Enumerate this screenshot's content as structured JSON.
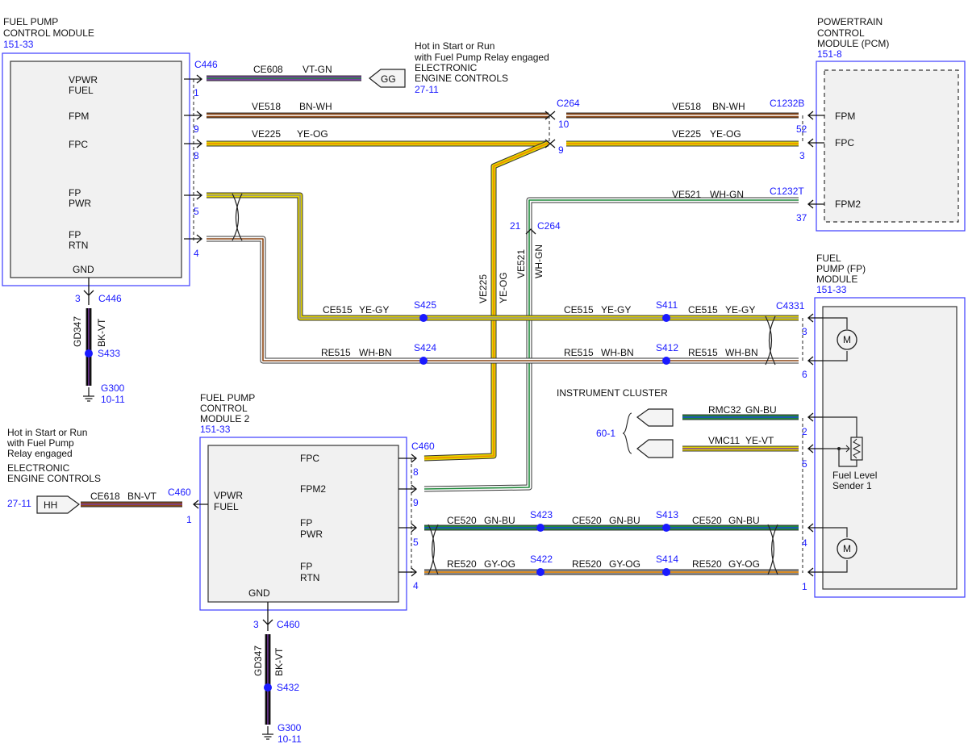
{
  "colors": {
    "VT": "#7a3fa0",
    "GN": "#1f8a3b",
    "BN": "#8b4513",
    "WH": "#ffffff",
    "YE": "#e3d400",
    "OG": "#f08a00",
    "GY": "#8f8f8f",
    "BU": "#1e46d8",
    "BK": "#000000",
    "label": "#1a1aff",
    "splice": "#1a1aff"
  },
  "modules": {
    "fpcm": {
      "title_1": "FUEL PUMP",
      "title_2": "CONTROL MODULE",
      "ref": "151-33",
      "pins": {
        "vpwr_1": "VPWR",
        "vpwr_2": "FUEL",
        "fpm": "FPM",
        "fpc": "FPC",
        "fppwr_1": "FP",
        "fppwr_2": "PWR",
        "fprtn_1": "FP",
        "fprtn_2": "RTN",
        "gnd": "GND"
      }
    },
    "pcm": {
      "title_1": "POWERTRAIN",
      "title_2": "CONTROL",
      "title_3": "MODULE (PCM)",
      "ref": "151-8",
      "pins": {
        "fpm": "FPM",
        "fpc": "FPC",
        "fpm2": "FPM2"
      }
    },
    "fpm": {
      "title_1": "FUEL",
      "title_2": "PUMP (FP)",
      "title_3": "MODULE",
      "ref": "151-33",
      "sender_1": "Fuel Level",
      "sender_2": "Sender 1",
      "motor": "M"
    },
    "fpcm2": {
      "title_1": "FUEL PUMP",
      "title_2": "CONTROL",
      "title_3": "MODULE 2",
      "ref": "151-33",
      "pins": {
        "vpwr_1": "VPWR",
        "vpwr_2": "FUEL",
        "fpc": "FPC",
        "fpm2": "FPM2",
        "fppwr_1": "FP",
        "fppwr_2": "PWR",
        "fprtn_1": "FP",
        "fprtn_2": "RTN",
        "gnd": "GND"
      }
    },
    "ic": {
      "title": "INSTRUMENT CLUSTER",
      "ref": "60-1"
    }
  },
  "notes": {
    "gg": {
      "line_1": "Hot in Start or Run",
      "line_2": "with Fuel Pump Relay engaged",
      "line_3": "ELECTRONIC",
      "line_4": "ENGINE CONTROLS",
      "ref": "27-11",
      "tag": "GG"
    },
    "hh": {
      "line_1": "Hot in Start or Run",
      "line_2": "with Fuel Pump",
      "line_3": "Relay engaged",
      "line_4": "ELECTRONIC",
      "line_5": "ENGINE CONTROLS",
      "ref": "27-11",
      "tag": "HH"
    }
  },
  "connectors": {
    "c446": "C446",
    "c264": "C264",
    "c1232b": "C1232B",
    "c1232t": "C1232T",
    "c4331": "C4331",
    "c460": "C460"
  },
  "pins": {
    "c446_1": "1",
    "c446_9": "9",
    "c446_8": "8",
    "c446_5": "5",
    "c446_4": "4",
    "c446_3": "3",
    "c264_10": "10",
    "c264_9": "9",
    "c264_21": "21",
    "pcm_52": "52",
    "pcm_3": "3",
    "pcm_37": "37",
    "fp_3": "3",
    "fp_6": "6",
    "fp_2": "2",
    "fp_5": "5",
    "fp_4": "4",
    "fp_1": "1",
    "c460_8": "8",
    "c460_9": "9",
    "c460_5": "5",
    "c460_4": "4",
    "c460_1": "1",
    "c460_3": "3"
  },
  "circuits": {
    "ce608": "CE608",
    "vt_gn": "VT-GN",
    "ve518": "VE518",
    "bn_wh": "BN-WH",
    "ve225": "VE225",
    "ye_og": "YE-OG",
    "ve521": "VE521",
    "wh_gn": "WH-GN",
    "ce515": "CE515",
    "ye_gy": "YE-GY",
    "re515": "RE515",
    "wh_bn": "WH-BN",
    "rmc32": "RMC32",
    "gn_bu": "GN-BU",
    "vmc11": "VMC11",
    "ye_vt": "YE-VT",
    "ce618": "CE618",
    "bn_vt": "BN-VT",
    "ce520": "CE520",
    "re520": "RE520",
    "gy_og": "GY-OG",
    "gd347": "GD347",
    "bk_vt": "BK-VT"
  },
  "splices": {
    "s425": "S425",
    "s411": "S411",
    "s424": "S424",
    "s412": "S412",
    "s423": "S423",
    "s413": "S413",
    "s422": "S422",
    "s414": "S414",
    "s433": "S433",
    "s432": "S432"
  },
  "grounds": {
    "g300": "G300",
    "g300_ref": "10-11"
  }
}
